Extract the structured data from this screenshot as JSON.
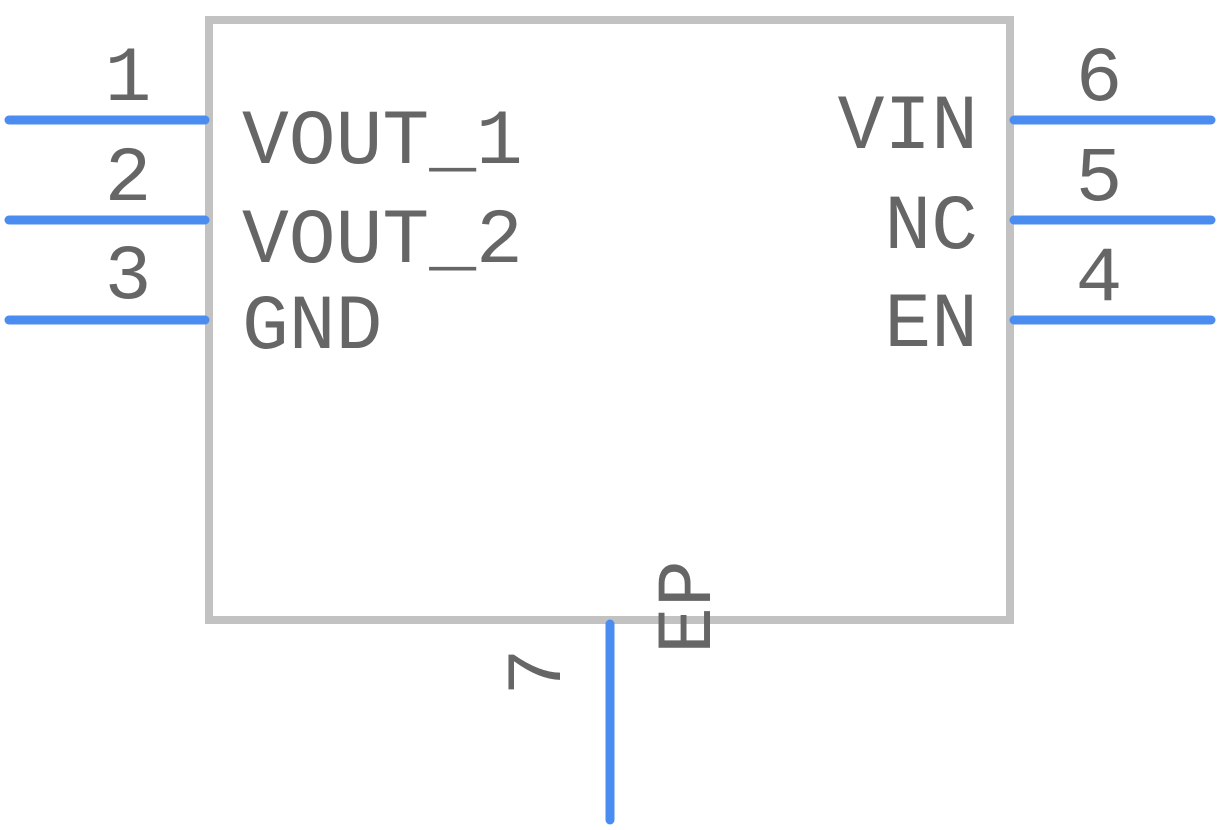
{
  "component": {
    "pins": [
      {
        "number": "1",
        "name": "VOUT_1"
      },
      {
        "number": "2",
        "name": "VOUT_2"
      },
      {
        "number": "3",
        "name": "GND"
      },
      {
        "number": "4",
        "name": "EN"
      },
      {
        "number": "5",
        "name": "NC"
      },
      {
        "number": "6",
        "name": "VIN"
      },
      {
        "number": "7",
        "name": "EP"
      }
    ]
  },
  "colors": {
    "pin": "#4a8cf0",
    "body_outline": "#c2c2c2",
    "text": "#666666"
  }
}
